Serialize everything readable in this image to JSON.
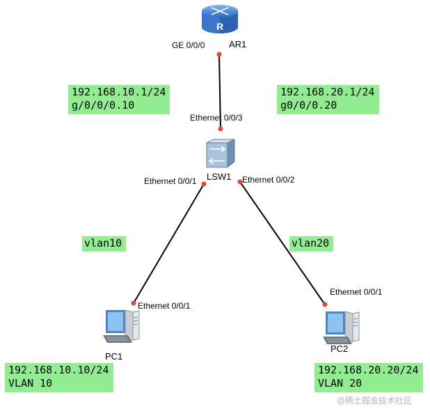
{
  "devices": {
    "router": {
      "name": "AR1",
      "icon": "router-icon"
    },
    "switch": {
      "name": "LSW1",
      "icon": "switch-icon"
    },
    "pc1": {
      "name": "PC1",
      "icon": "pc-icon"
    },
    "pc2": {
      "name": "PC2",
      "icon": "pc-icon"
    }
  },
  "ports": {
    "router_ge": "GE 0/0/0",
    "switch_uplink": "Ethernet 0/0/3",
    "switch_p1": "Ethernet 0/0/1",
    "switch_p2": "Ethernet 0/0/2",
    "pc1_port": "Ethernet 0/0/1",
    "pc2_port": "Ethernet 0/0/1"
  },
  "notes": {
    "sub10": {
      "line1": "192.168.10.1/24",
      "line2": "g/0/0/0.10"
    },
    "sub20": {
      "line1": "192.168.20.1/24",
      "line2": "g0/0/0.20"
    },
    "pc1": {
      "line1": "192.168.10.10/24",
      "line2": "VLAN 10"
    },
    "pc2": {
      "line1": "192.168.20.20/24",
      "line2": "VLAN 20"
    }
  },
  "vlans": {
    "left": "vlan10",
    "right": "vlan20"
  },
  "watermark": "@稀土掘金技术社区",
  "colors": {
    "note_bg": "#90ee90",
    "port_dot": "#e8453c",
    "router_blue": "#3a7bd5",
    "link": "#000000"
  }
}
